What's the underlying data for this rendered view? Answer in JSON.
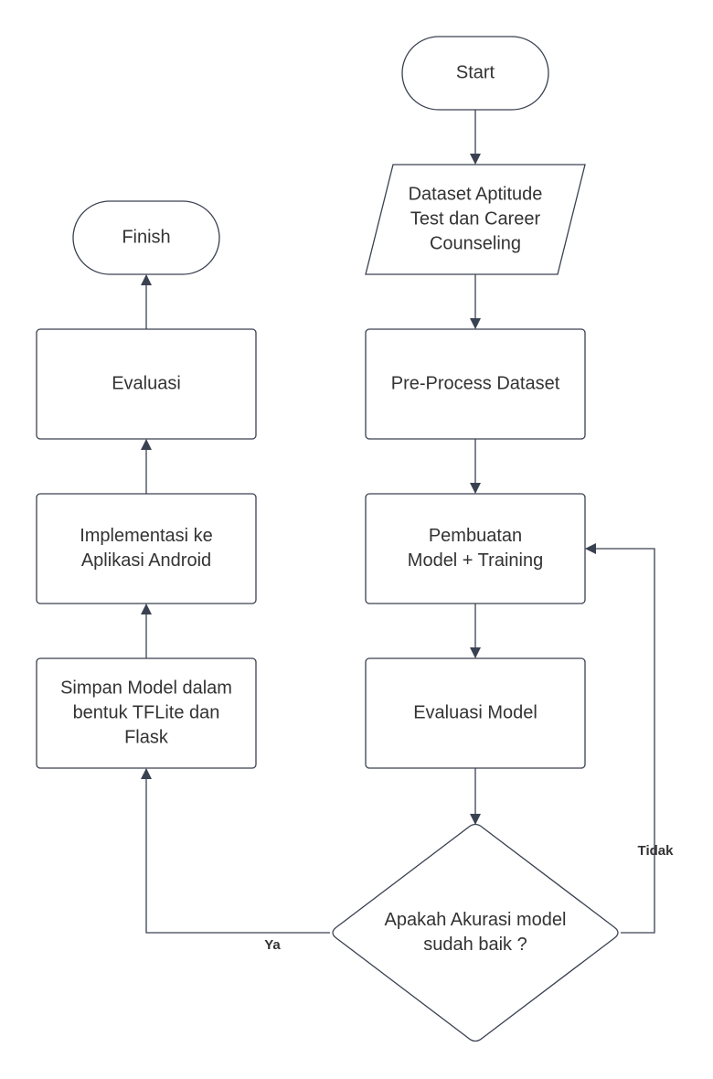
{
  "nodes": {
    "start": {
      "label": [
        "Start"
      ]
    },
    "dataset": {
      "label": [
        "Dataset Aptitude",
        "Test dan Career",
        "Counseling"
      ]
    },
    "preprocess": {
      "label": [
        "Pre-Process Dataset"
      ]
    },
    "pembuatan": {
      "label": [
        "Pembuatan",
        "Model + Training"
      ]
    },
    "evaluasi_model": {
      "label": [
        "Evaluasi Model"
      ]
    },
    "decision": {
      "label": [
        "Apakah Akurasi model",
        "sudah baik ?"
      ]
    },
    "simpan": {
      "label": [
        "Simpan Model dalam",
        "bentuk TFLite dan",
        "Flask"
      ]
    },
    "implementasi": {
      "label": [
        "Implementasi ke",
        "Aplikasi Android"
      ]
    },
    "evaluasi": {
      "label": [
        "Evaluasi"
      ]
    },
    "finish": {
      "label": [
        "Finish"
      ]
    }
  },
  "edges": {
    "yes_label": "Ya",
    "no_label": "Tidak"
  },
  "colors": {
    "stroke": "#3a4150",
    "text": "#333333",
    "background": "#ffffff"
  }
}
